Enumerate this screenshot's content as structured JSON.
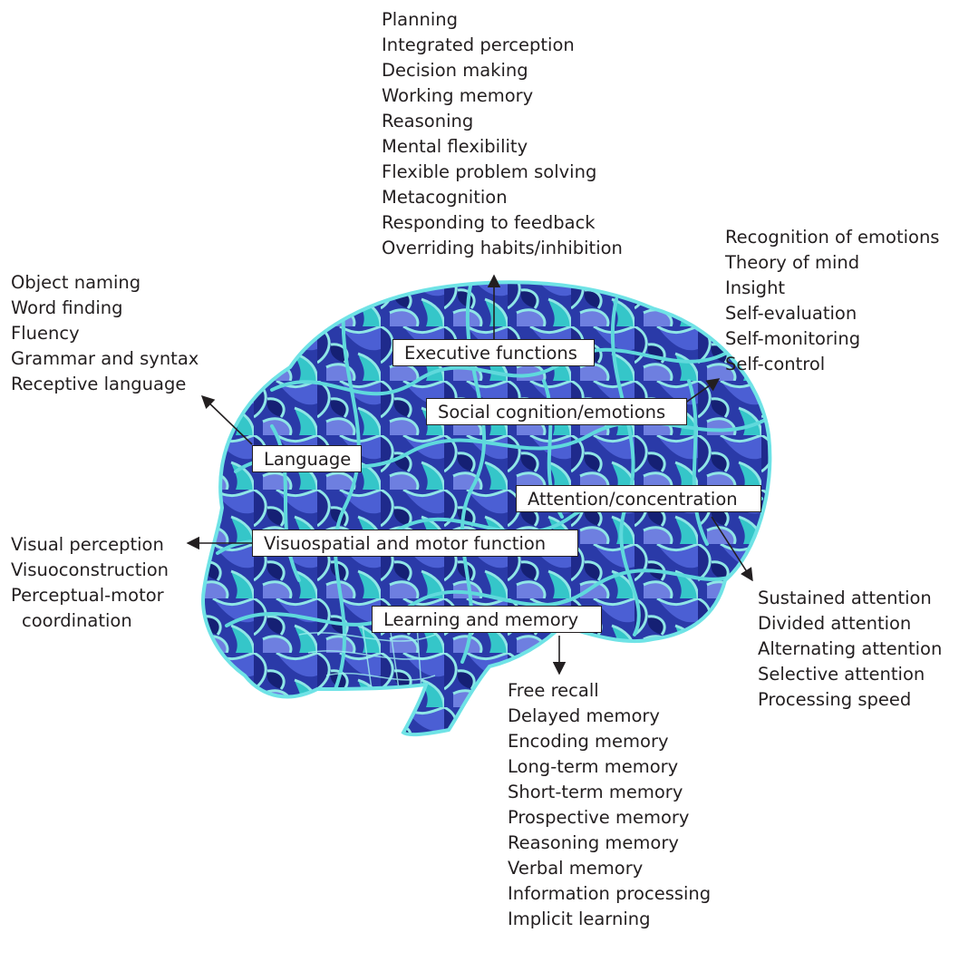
{
  "colors": {
    "text": "#231f20",
    "brain_dark": "#1f2a8c",
    "brain_mid": "#3545c0",
    "brain_light": "#6e7fe0",
    "brain_teal": "#35c6c9",
    "brain_teal_pale": "#8fe6e6",
    "brain_outline": "#6fe3e6"
  },
  "domains": {
    "executive": "Executive functions",
    "social": "Social cognition/emotions",
    "language": "Language",
    "attention": "Attention/concentration",
    "visuospatial": "Visuospatial and motor function",
    "learning": "Learning and memory"
  },
  "lists": {
    "executive": [
      "Planning",
      "Integrated perception",
      "Decision making",
      "Working memory",
      "Reasoning",
      "Mental flexibility",
      "Flexible problem solving",
      "Metacognition",
      "Responding to feedback",
      "Overriding habits/inhibition"
    ],
    "social": [
      "Recognition of emotions",
      "Theory of mind",
      "Insight",
      "Self-evaluation",
      "Self-monitoring",
      "Self-control"
    ],
    "language": [
      "Object naming",
      "Word finding",
      "Fluency",
      "Grammar and syntax",
      "Receptive language"
    ],
    "visuospatial": [
      "Visual perception",
      "Visuoconstruction",
      "Perceptual-motor",
      "coordination"
    ],
    "attention": [
      "Sustained attention",
      "Divided attention",
      "Alternating attention",
      "Selective attention",
      "Processing speed"
    ],
    "learning": [
      "Free recall",
      "Delayed memory",
      "Encoding memory",
      "Long-term memory",
      "Short-term memory",
      "Prospective memory",
      "Reasoning memory",
      "Verbal memory",
      "Information processing",
      "Implicit learning"
    ]
  }
}
